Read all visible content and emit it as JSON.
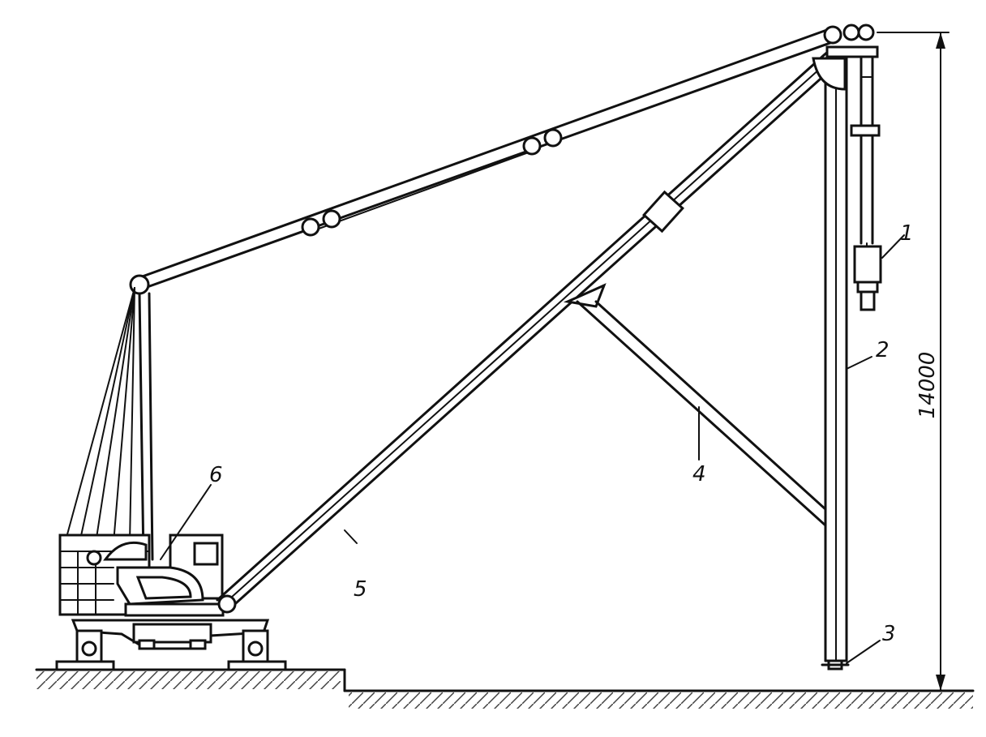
{
  "labels": {
    "l1": "1",
    "l2": "2",
    "l3": "3",
    "l4": "4",
    "l5": "5",
    "l6": "6"
  },
  "dimension": {
    "height_label": "14000"
  }
}
